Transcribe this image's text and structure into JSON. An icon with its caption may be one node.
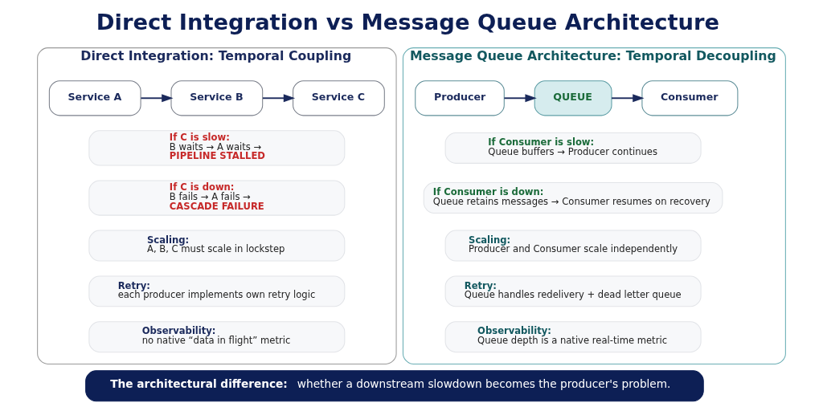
{
  "diagram": {
    "title": "Direct Integration vs Message Queue Architecture",
    "nodes": [
      {
        "text": [
          "Direct Integration: Temporal Coupling"
        ]
      },
      {
        "text": [
          "Service A"
        ],
        "in": 0
      },
      {
        "text": [
          "Service B"
        ],
        "in": 0
      },
      {
        "text": [
          "Service C"
        ],
        "in": 0
      },
      {
        "text": [
          "If C is slow:",
          "B waits → A waits →",
          "PIPELINE STALLED"
        ],
        "in": 0
      },
      {
        "text": [
          "If C is down:",
          "B fails → A fails →",
          "CASCADE FAILURE"
        ],
        "in": 0
      },
      {
        "text": [
          "Scaling:",
          "A, B, C must scale in lockstep"
        ],
        "in": 0
      },
      {
        "text": [
          "Retry:",
          "each producer implements own retry logic"
        ],
        "in": 0
      },
      {
        "text": [
          "Observability:",
          "no native “data in flight” metric"
        ],
        "in": 0
      },
      {
        "text": [
          "Message Queue Architecture: Temporal Decoupling"
        ]
      },
      {
        "text": [
          "Producer"
        ],
        "in": 9
      },
      {
        "text": [
          "QUEUE"
        ],
        "in": 9
      },
      {
        "text": [
          "Consumer"
        ],
        "in": 9
      },
      {
        "text": [
          "If Consumer is slow:",
          "Queue buffers → Producer continues"
        ],
        "in": 9
      },
      {
        "text": [
          "If Consumer is down:",
          "Queue retains messages → Consumer resumes on recovery"
        ],
        "in": 9
      },
      {
        "text": [
          "Scaling:",
          "Producer and Consumer scale independently"
        ],
        "in": 9
      },
      {
        "text": [
          "Retry:",
          "Queue handles redelivery + dead letter queue"
        ],
        "in": 9
      },
      {
        "text": [
          "Observability:",
          "Queue depth is a native real-time metric"
        ],
        "in": 9
      },
      {
        "text": [
          "The architectural difference:",
          "whether a downstream slowdown becomes the producer's problem."
        ]
      }
    ],
    "edges": [
      {
        "from": 1,
        "to": 2,
        "arrow": "to"
      },
      {
        "from": 2,
        "to": 3,
        "arrow": "to"
      },
      {
        "from": 10,
        "to": 11,
        "arrow": "to"
      },
      {
        "from": 11,
        "to": 12,
        "arrow": "to"
      }
    ]
  }
}
